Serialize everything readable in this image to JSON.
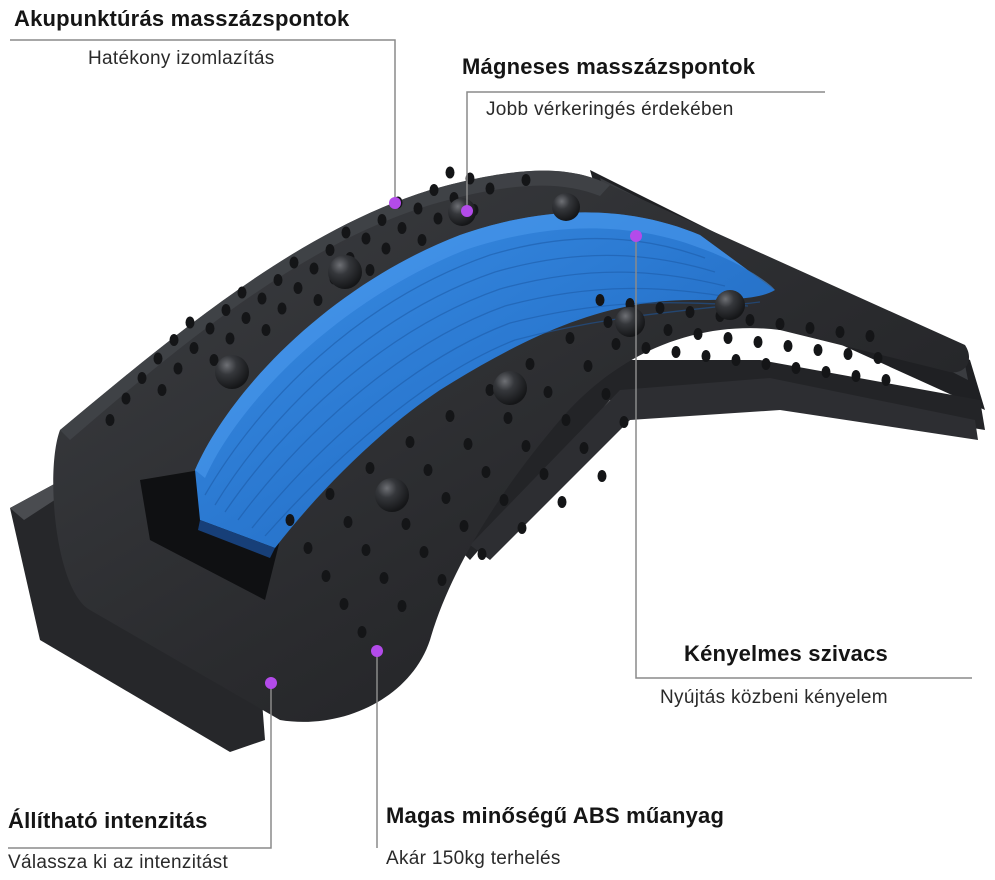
{
  "callouts": {
    "acupuncture": {
      "title": "Akupunktúrás masszázspontok",
      "subtitle": "Hatékony izomlazítás"
    },
    "magnetic": {
      "title": "Mágneses masszázspontok",
      "subtitle": "Jobb vérkeringés érdekében"
    },
    "foam": {
      "title": "Kényelmes szivacs",
      "subtitle": "Nyújtás közbeni kényelem"
    },
    "intensity": {
      "title": "Állítható intenzitás",
      "subtitle": "Válassza ki az intenzitást"
    },
    "material": {
      "title": "Magas minőségű ABS műanyag",
      "subtitle": "Akár 150kg terhelés"
    }
  },
  "colors": {
    "plastic": "#2b2c2f",
    "plastic_highlight": "#45474b",
    "foam": "#2f7ed6",
    "foam_dark": "#1d5fae",
    "marker": "#b34bea",
    "leader_line": "#8a8a8a"
  }
}
